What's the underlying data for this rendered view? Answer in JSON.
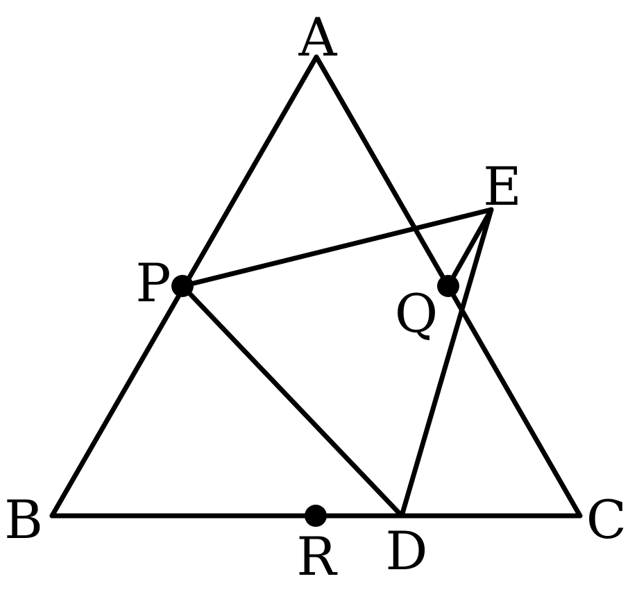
{
  "diagram": {
    "labels": {
      "A": "A",
      "B": "B",
      "C": "C",
      "D": "D",
      "E": "E",
      "P": "P",
      "Q": "Q",
      "R": "R"
    },
    "segments": [
      [
        "A",
        "B"
      ],
      [
        "A",
        "C"
      ],
      [
        "B",
        "C"
      ],
      [
        "P",
        "E"
      ],
      [
        "P",
        "D"
      ],
      [
        "E",
        "D"
      ],
      [
        "E",
        "Q"
      ]
    ],
    "marked_points": [
      "P",
      "Q",
      "R"
    ],
    "color": "#000000"
  }
}
